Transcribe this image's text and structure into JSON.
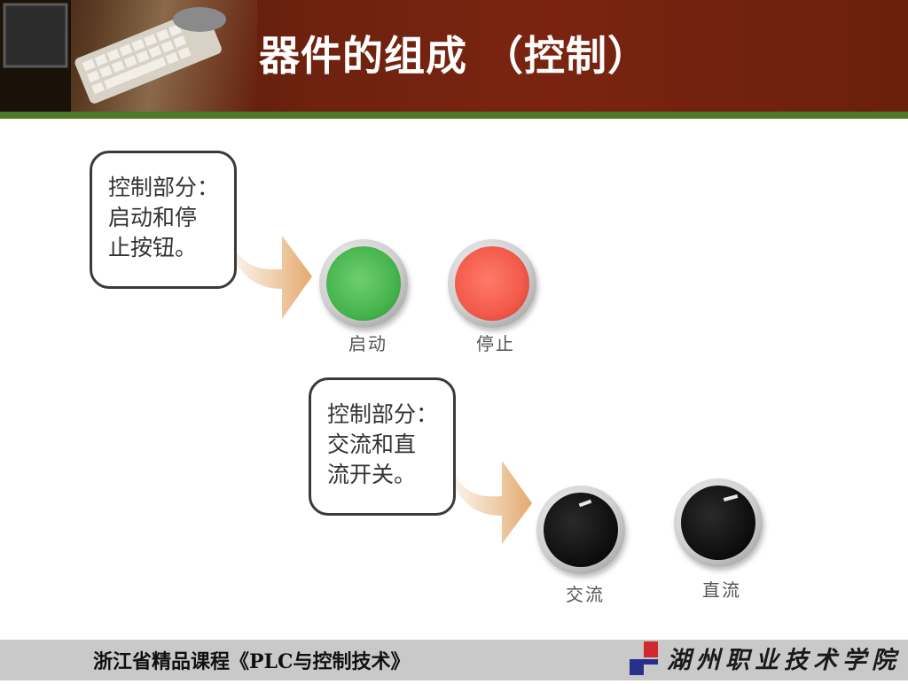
{
  "header": {
    "title": "器件的组成 （控制）"
  },
  "callouts": [
    {
      "lines": [
        "控制部分：",
        "启动和停",
        "止按钮。"
      ]
    },
    {
      "lines": [
        "控制部分：",
        "交流和直",
        "流开关。"
      ]
    }
  ],
  "buttons": [
    {
      "label": "启动",
      "color": "#47b44e"
    },
    {
      "label": "停止",
      "color": "#f25a4a"
    },
    {
      "label": "交流",
      "color": "#0c0c0c"
    },
    {
      "label": "直流",
      "color": "#0c0c0c"
    }
  ],
  "footer": {
    "course": "浙江省精品课程《PLC与控制技术》",
    "school": "湖州职业技术学院"
  },
  "colors": {
    "header_bg": "#6e220f",
    "header_stripe": "#4f7a2a",
    "arrow": "#e8b88a",
    "footer_bg": "#c9c9c9"
  }
}
